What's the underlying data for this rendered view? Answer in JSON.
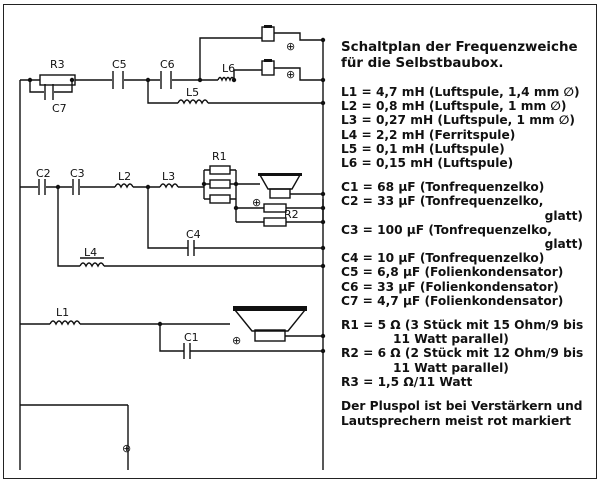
{
  "title_line1": "Schaltplan der Frequenzweiche",
  "title_line2": "für die Selbstbaubox.",
  "schematic_labels": {
    "R3": "R3",
    "C5": "C5",
    "C6": "C6",
    "L6": "L6",
    "C7": "C7",
    "L5": "L5",
    "R1": "R1",
    "C2": "C2",
    "C3": "C3",
    "L2": "L2",
    "L3": "L3",
    "R2": "R2",
    "C4": "C4",
    "L4": "L4",
    "L1": "L1",
    "C1": "C1",
    "plus": "⊕"
  },
  "inductors": [
    "L1 = 4,7  mH (Luftspule, 1,4 mm ∅)",
    "L2 = 0,8  mH (Luftspule, 1 mm ∅)",
    "L3 = 0,27 mH (Luftspule, 1 mm ∅)",
    "L4 = 2,2  mH (Ferritspule)",
    "L5 = 0,1  mH (Luftspule)",
    "L6 = 0,15 mH (Luftspule)"
  ],
  "capacitors": {
    "c1": "C1 =   68    µF (Tonfrequenzelko)",
    "c2a": "C2 =   33    µF (Tonfrequenzelko,",
    "c2b": "glatt)",
    "c3a": "C3 = 100    µF (Tonfrequenzelko,",
    "c3b": "glatt)",
    "c4": "C4 =   10    µF (Tonfrequenzelko)",
    "c5": "C5 =     6,8 µF (Folienkondensator)",
    "c6": "C6 =   33    µF (Folienkondensator)",
    "c7": "C7 =     4,7 µF (Folienkondensator)"
  },
  "resistors": {
    "r1a": "R1 = 5 Ω  (3 Stück mit 15 Ohm/9 bis",
    "r1b": "11 Watt parallel)",
    "r2a": "R2 = 6 Ω  (2 Stück mit 12 Ohm/9 bis",
    "r2b": "11 Watt parallel)",
    "r3": "R3 = 1,5 Ω/11 Watt"
  },
  "note_line1": "Der Pluspol ist bei Verstärkern und",
  "note_line2": "Lautsprechern meist rot markiert"
}
